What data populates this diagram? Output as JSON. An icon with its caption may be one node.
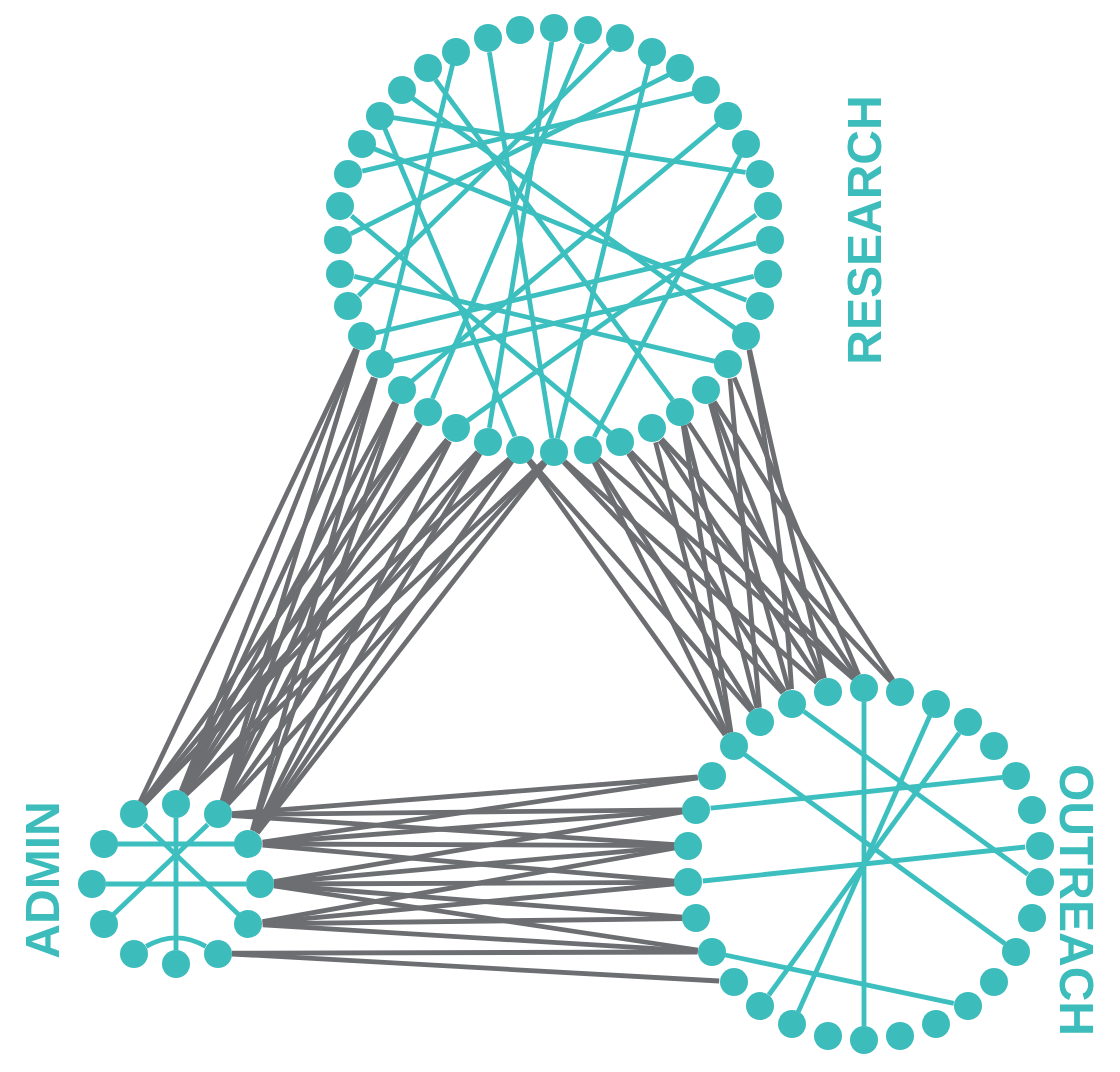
{
  "diagram": {
    "nodes": [
      {
        "text": [],
        "shape": "circle"
      },
      {
        "text": [],
        "shape": "circle"
      },
      {
        "text": [],
        "shape": "circle"
      },
      {
        "text": [],
        "shape": "circle"
      },
      {
        "text": [],
        "shape": "circle"
      },
      {
        "text": [],
        "shape": "circle"
      },
      {
        "text": [],
        "shape": "circle"
      },
      {
        "text": [],
        "shape": "circle"
      },
      {
        "text": [],
        "shape": "circle"
      },
      {
        "text": [],
        "shape": "circle"
      },
      {
        "text": [],
        "shape": "circle"
      },
      {
        "text": [],
        "shape": "circle"
      },
      {
        "text": [],
        "shape": "circle"
      },
      {
        "text": [],
        "shape": "circle"
      },
      {
        "text": [],
        "shape": "circle"
      },
      {
        "text": [],
        "shape": "circle"
      },
      {
        "text": [],
        "shape": "circle"
      },
      {
        "text": [],
        "shape": "circle"
      },
      {
        "text": [],
        "shape": "circle"
      },
      {
        "text": [],
        "shape": "circle"
      },
      {
        "text": [],
        "shape": "circle"
      },
      {
        "text": [],
        "shape": "circle"
      },
      {
        "text": [],
        "shape": "circle"
      },
      {
        "text": [],
        "shape": "circle"
      },
      {
        "text": [],
        "shape": "circle"
      },
      {
        "text": [],
        "shape": "circle"
      },
      {
        "text": [],
        "shape": "circle"
      },
      {
        "text": [],
        "shape": "circle"
      },
      {
        "text": [],
        "shape": "circle"
      },
      {
        "text": [],
        "shape": "circle"
      },
      {
        "text": [],
        "shape": "circle"
      },
      {
        "text": [],
        "shape": "circle"
      },
      {
        "text": [],
        "shape": "circle"
      },
      {
        "text": [],
        "shape": "circle"
      },
      {
        "text": [],
        "shape": "circle"
      },
      {
        "text": [],
        "shape": "circle"
      },
      {
        "text": [],
        "shape": "circle"
      },
      {
        "text": [],
        "shape": "circle"
      },
      {
        "text": [],
        "shape": "circle"
      },
      {
        "text": [],
        "shape": "circle"
      },
      {
        "text": [],
        "shape": "circle"
      },
      {
        "text": [],
        "shape": "circle"
      },
      {
        "text": [],
        "shape": "circle"
      },
      {
        "text": [],
        "shape": "circle"
      },
      {
        "text": [],
        "shape": "circle"
      },
      {
        "text": [],
        "shape": "circle"
      },
      {
        "text": [],
        "shape": "circle"
      },
      {
        "text": [],
        "shape": "circle"
      },
      {
        "text": [],
        "shape": "circle"
      },
      {
        "text": [],
        "shape": "circle"
      },
      {
        "text": [],
        "shape": "circle"
      },
      {
        "text": [],
        "shape": "circle"
      },
      {
        "text": [],
        "shape": "circle"
      },
      {
        "text": [],
        "shape": "circle"
      },
      {
        "text": [],
        "shape": "circle"
      },
      {
        "text": [],
        "shape": "circle"
      },
      {
        "text": [],
        "shape": "circle"
      },
      {
        "text": [],
        "shape": "circle"
      },
      {
        "text": [],
        "shape": "circle"
      },
      {
        "text": [],
        "shape": "circle"
      },
      {
        "text": [],
        "shape": "circle"
      },
      {
        "text": [],
        "shape": "circle"
      },
      {
        "text": [],
        "shape": "circle"
      },
      {
        "text": [],
        "shape": "circle"
      },
      {
        "text": [],
        "shape": "circle"
      },
      {
        "text": [],
        "shape": "circle"
      },
      {
        "text": [],
        "shape": "circle"
      },
      {
        "text": [],
        "shape": "circle"
      },
      {
        "text": [],
        "shape": "circle"
      },
      {
        "text": [],
        "shape": "circle"
      },
      {
        "text": [],
        "shape": "circle"
      },
      {
        "text": [],
        "shape": "circle"
      },
      {
        "text": [],
        "shape": "circle"
      },
      {
        "text": [],
        "shape": "circle"
      },
      {
        "text": [],
        "shape": "circle"
      },
      {
        "text": [],
        "shape": "circle"
      },
      {
        "text": [],
        "shape": "circle"
      },
      {
        "text": [],
        "shape": "circle"
      },
      {
        "text": [],
        "shape": "circle"
      },
      {
        "text": [],
        "shape": "circle"
      },
      {
        "text": [],
        "shape": "circle"
      },
      {
        "text": [],
        "shape": "circle"
      }
    ],
    "edges": [
      {
        "from": 20,
        "to": 70,
        "arrow": "none"
      },
      {
        "from": 20,
        "to": 71,
        "arrow": "none"
      },
      {
        "from": 21,
        "to": 70,
        "arrow": "none"
      },
      {
        "from": 21,
        "to": 72,
        "arrow": "none"
      },
      {
        "from": 22,
        "to": 71,
        "arrow": "none"
      },
      {
        "from": 22,
        "to": 81,
        "arrow": "none"
      },
      {
        "from": 23,
        "to": 70,
        "arrow": "none"
      },
      {
        "from": 23,
        "to": 72,
        "arrow": "none"
      },
      {
        "from": 24,
        "to": 71,
        "arrow": "none"
      },
      {
        "from": 24,
        "to": 81,
        "arrow": "none"
      },
      {
        "from": 25,
        "to": 70,
        "arrow": "none"
      },
      {
        "from": 25,
        "to": 72,
        "arrow": "none"
      },
      {
        "from": 26,
        "to": 71,
        "arrow": "none"
      },
      {
        "from": 26,
        "to": 70,
        "arrow": "none"
      },
      {
        "from": 27,
        "to": 70,
        "arrow": "none"
      },
      {
        "from": 27,
        "to": 81,
        "arrow": "none"
      },
      {
        "from": 22,
        "to": 72,
        "arrow": "none"
      },
      {
        "from": 24,
        "to": 70,
        "arrow": "none"
      },
      {
        "from": 26,
        "to": 72,
        "arrow": "none"
      },
      {
        "from": 23,
        "to": 81,
        "arrow": "none"
      },
      {
        "from": 25,
        "to": 71,
        "arrow": "none"
      },
      {
        "from": 21,
        "to": 81,
        "arrow": "none"
      },
      {
        "from": 27,
        "to": 71,
        "arrow": "none"
      },
      {
        "from": 20,
        "to": 72,
        "arrow": "none"
      },
      {
        "from": 13,
        "to": 68,
        "arrow": "none"
      },
      {
        "from": 14,
        "to": 67,
        "arrow": "none"
      },
      {
        "from": 15,
        "to": 69,
        "arrow": "none"
      },
      {
        "from": 16,
        "to": 40,
        "arrow": "none"
      },
      {
        "from": 17,
        "to": 66,
        "arrow": "none"
      },
      {
        "from": 18,
        "to": 68,
        "arrow": "none"
      },
      {
        "from": 19,
        "to": 67,
        "arrow": "none"
      },
      {
        "from": 20,
        "to": 69,
        "arrow": "none"
      },
      {
        "from": 21,
        "to": 66,
        "arrow": "none"
      },
      {
        "from": 14,
        "to": 40,
        "arrow": "none"
      },
      {
        "from": 15,
        "to": 68,
        "arrow": "none"
      },
      {
        "from": 16,
        "to": 67,
        "arrow": "none"
      },
      {
        "from": 17,
        "to": 69,
        "arrow": "none"
      },
      {
        "from": 18,
        "to": 40,
        "arrow": "none"
      },
      {
        "from": 19,
        "to": 66,
        "arrow": "none"
      },
      {
        "from": 13,
        "to": 69,
        "arrow": "none"
      },
      {
        "from": 20,
        "to": 68,
        "arrow": "none"
      },
      {
        "from": 21,
        "to": 67,
        "arrow": "none"
      },
      {
        "from": 15,
        "to": 41,
        "arrow": "none"
      },
      {
        "from": 17,
        "to": 41,
        "arrow": "none"
      },
      {
        "from": 19,
        "to": 40,
        "arrow": "none"
      },
      {
        "from": 16,
        "to": 66,
        "arrow": "none"
      },
      {
        "from": 72,
        "to": 62,
        "arrow": "none"
      },
      {
        "from": 72,
        "to": 63,
        "arrow": "none"
      },
      {
        "from": 73,
        "to": 61,
        "arrow": "none"
      },
      {
        "from": 73,
        "to": 62,
        "arrow": "none"
      },
      {
        "from": 73,
        "to": 63,
        "arrow": "none"
      },
      {
        "from": 73,
        "to": 64,
        "arrow": "none"
      },
      {
        "from": 74,
        "to": 60,
        "arrow": "none"
      },
      {
        "from": 74,
        "to": 61,
        "arrow": "none"
      },
      {
        "from": 74,
        "to": 62,
        "arrow": "none"
      },
      {
        "from": 72,
        "to": 64,
        "arrow": "none"
      },
      {
        "from": 71,
        "to": 63,
        "arrow": "none"
      },
      {
        "from": 71,
        "to": 64,
        "arrow": "none"
      },
      {
        "from": 75,
        "to": 60,
        "arrow": "none"
      },
      {
        "from": 75,
        "to": 59,
        "arrow": "none"
      },
      {
        "from": 73,
        "to": 60,
        "arrow": "none"
      },
      {
        "from": 74,
        "to": 63,
        "arrow": "none"
      },
      {
        "from": 72,
        "to": 65,
        "arrow": "none"
      },
      {
        "from": 71,
        "to": 65,
        "arrow": "none"
      },
      {
        "from": 0,
        "to": 22,
        "arrow": "none",
        "color": "#3dbfbf"
      },
      {
        "from": 2,
        "to": 28,
        "arrow": "none",
        "color": "#3dbfbf"
      },
      {
        "from": 4,
        "to": 30,
        "arrow": "none",
        "color": "#3dbfbf"
      },
      {
        "from": 6,
        "to": 25,
        "arrow": "none",
        "color": "#3dbfbf"
      },
      {
        "from": 8,
        "to": 34,
        "arrow": "none",
        "color": "#3dbfbf"
      },
      {
        "from": 10,
        "to": 27,
        "arrow": "none",
        "color": "#3dbfbf"
      },
      {
        "from": 12,
        "to": 33,
        "arrow": "none",
        "color": "#3dbfbf"
      },
      {
        "from": 14,
        "to": 29,
        "arrow": "none",
        "color": "#3dbfbf"
      },
      {
        "from": 16,
        "to": 36,
        "arrow": "none",
        "color": "#3dbfbf"
      },
      {
        "from": 18,
        "to": 31,
        "arrow": "none",
        "color": "#3dbfbf"
      },
      {
        "from": 20,
        "to": 38,
        "arrow": "none",
        "color": "#3dbfbf"
      },
      {
        "from": 1,
        "to": 24,
        "arrow": "none",
        "color": "#3dbfbf"
      },
      {
        "from": 3,
        "to": 20,
        "arrow": "none",
        "color": "#3dbfbf"
      },
      {
        "from": 5,
        "to": 32,
        "arrow": "none",
        "color": "#3dbfbf"
      },
      {
        "from": 7,
        "to": 19,
        "arrow": "none",
        "color": "#3dbfbf"
      },
      {
        "from": 9,
        "to": 23,
        "arrow": "none",
        "color": "#3dbfbf"
      },
      {
        "from": 11,
        "to": 26,
        "arrow": "none",
        "color": "#3dbfbf"
      },
      {
        "from": 13,
        "to": 35,
        "arrow": "none",
        "color": "#3dbfbf"
      },
      {
        "from": 26,
        "to": 37,
        "arrow": "none",
        "color": "#3dbfbf"
      },
      {
        "from": 21,
        "to": 34,
        "arrow": "none",
        "color": "#3dbfbf"
      },
      {
        "from": 40,
        "to": 55,
        "arrow": "none",
        "color": "#3dbfbf"
      },
      {
        "from": 42,
        "to": 57,
        "arrow": "none",
        "color": "#3dbfbf"
      },
      {
        "from": 45,
        "to": 64,
        "arrow": "none",
        "color": "#3dbfbf"
      },
      {
        "from": 47,
        "to": 62,
        "arrow": "none",
        "color": "#3dbfbf"
      },
      {
        "from": 50,
        "to": 66,
        "arrow": "none",
        "color": "#3dbfbf"
      },
      {
        "from": 52,
        "to": 60,
        "arrow": "none",
        "color": "#3dbfbf"
      },
      {
        "from": 43,
        "to": 58,
        "arrow": "none",
        "color": "#3dbfbf"
      },
      {
        "from": 48,
        "to": 68,
        "arrow": "none",
        "color": "#3dbfbf"
      },
      {
        "from": 70,
        "to": 76,
        "arrow": "none",
        "color": "#3dbfbf"
      },
      {
        "from": 71,
        "to": 78,
        "arrow": "none",
        "color": "#3dbfbf"
      },
      {
        "from": 72,
        "to": 80,
        "arrow": "none",
        "color": "#3dbfbf"
      },
      {
        "from": 73,
        "to": 79,
        "arrow": "none",
        "color": "#3dbfbf"
      },
      {
        "from": 74,
        "to": 81,
        "arrow": "none",
        "color": "#3dbfbf"
      },
      {
        "from": 75,
        "to": 77,
        "arrow": "none",
        "color": "#3dbfbf"
      }
    ],
    "labels": [
      "RESEARCH",
      "OUTREACH",
      "ADMIN"
    ]
  }
}
